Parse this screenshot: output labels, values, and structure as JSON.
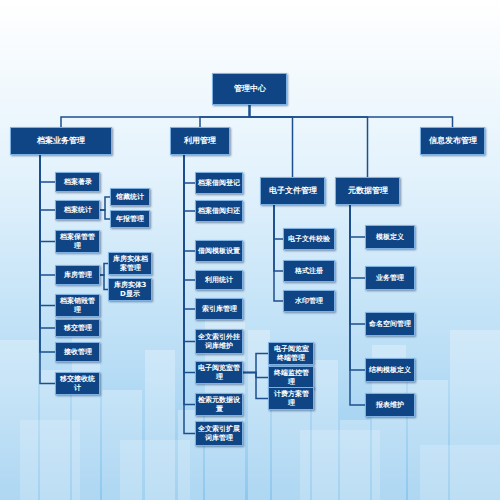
{
  "diagram": {
    "nodes": [
      {
        "text": [
          "管理中心"
        ]
      },
      {
        "text": [
          "档案业务管理"
        ]
      },
      {
        "text": [
          "利用管理"
        ]
      },
      {
        "text": [
          "信息发布管理"
        ]
      },
      {
        "text": [
          "电子文件管理"
        ]
      },
      {
        "text": [
          "元数据管理"
        ]
      },
      {
        "text": [
          "档案著录"
        ]
      },
      {
        "text": [
          "档案统计"
        ]
      },
      {
        "text": [
          "馆藏统计"
        ]
      },
      {
        "text": [
          "年报管理"
        ]
      },
      {
        "text": [
          "档案保管管理"
        ]
      },
      {
        "text": [
          "库房管理"
        ]
      },
      {
        "text": [
          "库房实体档案管理"
        ]
      },
      {
        "text": [
          "库房实体3D显示"
        ]
      },
      {
        "text": [
          "档案销毁管理"
        ]
      },
      {
        "text": [
          "移交管理"
        ]
      },
      {
        "text": [
          "接收管理"
        ]
      },
      {
        "text": [
          "移交接收统计"
        ]
      },
      {
        "text": [
          "档案借阅登记"
        ]
      },
      {
        "text": [
          "档案借阅归还"
        ]
      },
      {
        "text": [
          "借阅模板设置"
        ]
      },
      {
        "text": [
          "利用统计"
        ]
      },
      {
        "text": [
          "索引库管理"
        ]
      },
      {
        "text": [
          "全文索引外挂词库维护"
        ]
      },
      {
        "text": [
          "电子阅览室管理"
        ]
      },
      {
        "text": [
          "电子阅览室终端管理"
        ]
      },
      {
        "text": [
          "终端监控管理"
        ]
      },
      {
        "text": [
          "计费方案管理"
        ]
      },
      {
        "text": [
          "检索元数据设置"
        ]
      },
      {
        "text": [
          "全文索引扩展词库管理"
        ]
      },
      {
        "text": [
          "电子文件校验"
        ]
      },
      {
        "text": [
          "格式注册"
        ]
      },
      {
        "text": [
          "水印管理"
        ]
      },
      {
        "text": [
          "模板定义"
        ]
      },
      {
        "text": [
          "业务管理"
        ]
      },
      {
        "text": [
          "命名空间管理"
        ]
      },
      {
        "text": [
          "结构模板定义"
        ]
      },
      {
        "text": [
          "报表维护"
        ]
      }
    ],
    "edges": [
      {
        "from": 0,
        "to": 1,
        "arrow": "none"
      },
      {
        "from": 0,
        "to": 2,
        "arrow": "none"
      },
      {
        "from": 0,
        "to": 3,
        "arrow": "none"
      },
      {
        "from": 0,
        "to": 4,
        "arrow": "none"
      },
      {
        "from": 0,
        "to": 5,
        "arrow": "none"
      },
      {
        "from": 1,
        "to": 6,
        "arrow": "none"
      },
      {
        "from": 1,
        "to": 7,
        "arrow": "none"
      },
      {
        "from": 7,
        "to": 8,
        "arrow": "none"
      },
      {
        "from": 7,
        "to": 9,
        "arrow": "none"
      },
      {
        "from": 1,
        "to": 10,
        "arrow": "none"
      },
      {
        "from": 1,
        "to": 11,
        "arrow": "none"
      },
      {
        "from": 11,
        "to": 12,
        "arrow": "none"
      },
      {
        "from": 11,
        "to": 13,
        "arrow": "none"
      },
      {
        "from": 1,
        "to": 14,
        "arrow": "none"
      },
      {
        "from": 1,
        "to": 15,
        "arrow": "none"
      },
      {
        "from": 1,
        "to": 16,
        "arrow": "none"
      },
      {
        "from": 1,
        "to": 17,
        "arrow": "none"
      },
      {
        "from": 2,
        "to": 18,
        "arrow": "none"
      },
      {
        "from": 2,
        "to": 19,
        "arrow": "none"
      },
      {
        "from": 2,
        "to": 20,
        "arrow": "none"
      },
      {
        "from": 2,
        "to": 21,
        "arrow": "none"
      },
      {
        "from": 2,
        "to": 22,
        "arrow": "none"
      },
      {
        "from": 2,
        "to": 23,
        "arrow": "none"
      },
      {
        "from": 2,
        "to": 24,
        "arrow": "none"
      },
      {
        "from": 24,
        "to": 25,
        "arrow": "none"
      },
      {
        "from": 24,
        "to": 26,
        "arrow": "none"
      },
      {
        "from": 24,
        "to": 27,
        "arrow": "none"
      },
      {
        "from": 2,
        "to": 28,
        "arrow": "none"
      },
      {
        "from": 2,
        "to": 29,
        "arrow": "none"
      },
      {
        "from": 4,
        "to": 30,
        "arrow": "none"
      },
      {
        "from": 4,
        "to": 31,
        "arrow": "none"
      },
      {
        "from": 4,
        "to": 32,
        "arrow": "none"
      },
      {
        "from": 5,
        "to": 33,
        "arrow": "none"
      },
      {
        "from": 5,
        "to": 34,
        "arrow": "none"
      },
      {
        "from": 5,
        "to": 35,
        "arrow": "none"
      },
      {
        "from": 5,
        "to": 36,
        "arrow": "none"
      },
      {
        "from": 5,
        "to": 37,
        "arrow": "none"
      }
    ]
  }
}
